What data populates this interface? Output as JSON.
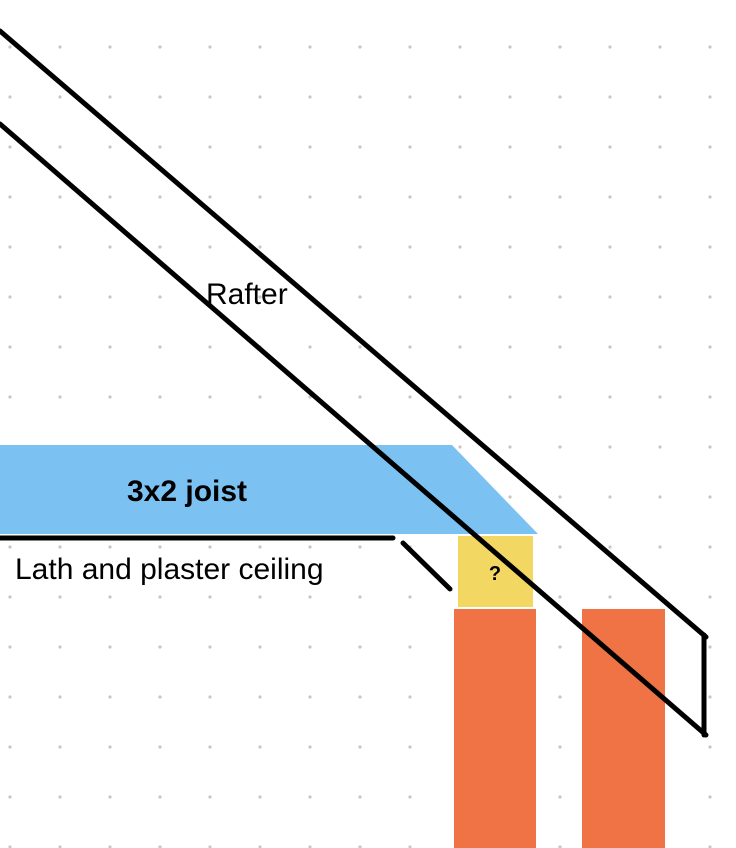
{
  "diagram": {
    "labels": {
      "rafter": "Rafter",
      "joist": "3x2 joist",
      "ceiling": "Lath and plaster ceiling",
      "unknown_block": "?"
    },
    "colors": {
      "background": "#ffffff",
      "grid_dot": "#c6c6c6",
      "joist_fill": "#7bc2f2",
      "unknown_block_fill": "#f2d862",
      "wall_fill": "#f07346",
      "stroke": "#000000"
    }
  }
}
